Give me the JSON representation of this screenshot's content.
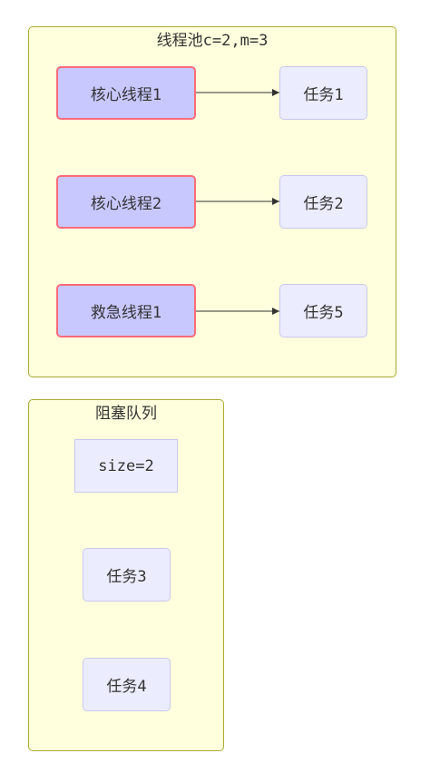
{
  "thread_pool": {
    "title": "线程池c=2,m=3",
    "threads": [
      {
        "label": "核心线程1",
        "task": "任务1"
      },
      {
        "label": "核心线程2",
        "task": "任务2"
      },
      {
        "label": "救急线程1",
        "task": "任务5"
      }
    ]
  },
  "blocking_queue": {
    "title": "阻塞队列",
    "size_label": "size=2",
    "tasks": [
      "任务3",
      "任务4"
    ]
  },
  "colors": {
    "cluster_fill": "#ffffde",
    "cluster_border": "#aaaa33",
    "thread_fill": "#c8c8ff",
    "thread_border": "#ff6b7a",
    "task_fill": "#ececff",
    "task_border": "#c8c8ee",
    "edge": "#333333"
  }
}
